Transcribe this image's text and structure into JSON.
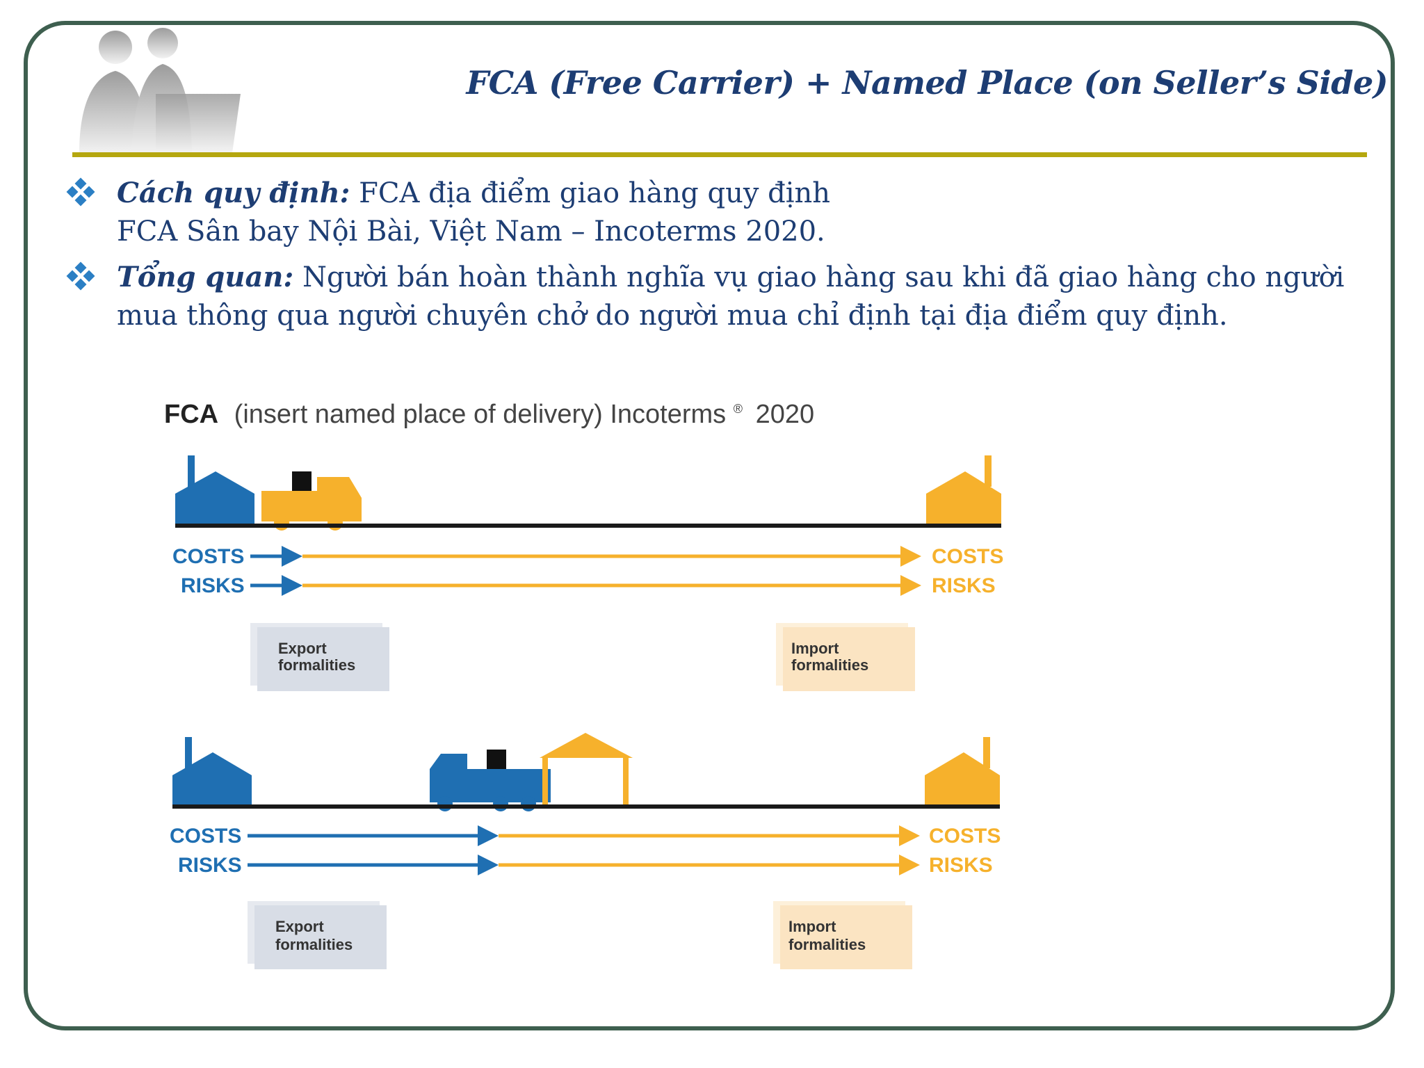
{
  "slide": {
    "title": "FCA (Free Carrier) + Named Place (on Seller’s Side)"
  },
  "bullets": [
    {
      "key": "Cách quy định:",
      "text": " FCA địa điểm giao hàng quy định",
      "line2": "FCA Sân bay Nội Bài, Việt Nam – Incoterms 2020."
    },
    {
      "key": "Tổng quan:",
      "text": " Người bán hoàn thành nghĩa vụ giao hàng sau khi đã giao hàng cho người mua thông qua người chuyên chở do người mua chỉ định tại địa điểm quy định."
    }
  ],
  "diagram": {
    "heading_bold": "FCA",
    "heading_rest": "(insert named place of delivery) Incoterms",
    "heading_reg": "®",
    "heading_year": "2020",
    "costs_label": "COSTS",
    "risks_label": "RISKS",
    "export_line1": "Export",
    "export_line2": "formalities",
    "import_line1": "Import",
    "import_line2": "formalities"
  },
  "colors": {
    "frame": "#3e5f4f",
    "title": "#1d3d73",
    "rule": "#b5a70f",
    "seller_blue": "#1f6fb2",
    "buyer_orange": "#f6b12c",
    "export_doc": "#d8dde6",
    "import_doc": "#fbe4c2"
  }
}
